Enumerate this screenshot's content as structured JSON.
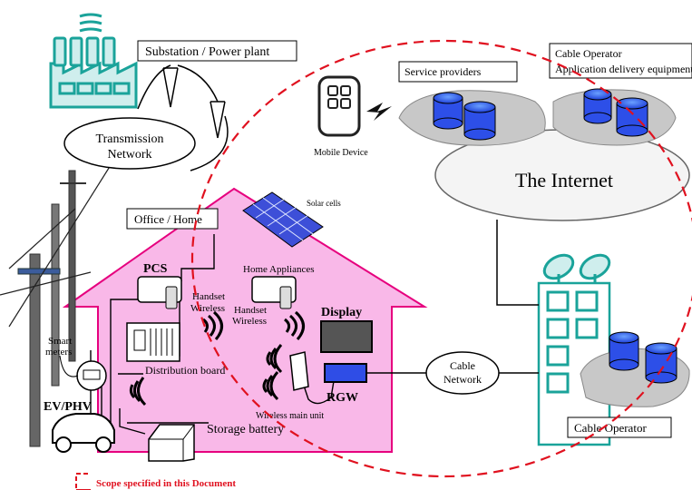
{
  "labels": {
    "substation": "Substation / Power plant",
    "transmission_1": "Transmission",
    "transmission_2": "Network",
    "cable_operator_top_1": "Cable Operator",
    "cable_operator_top_2": "Application delivery equipment",
    "service_providers": "Service providers",
    "mobile_device": "Mobile Device",
    "internet": "The Internet",
    "solar_cells": "Solar cells",
    "office_home": "Office / Home",
    "pcs": "PCS",
    "home_appliances": "Home Appliances",
    "handset_wireless_1_a": "Handset",
    "handset_wireless_1_b": "Wireless",
    "handset_wireless_2_a": "Handset",
    "handset_wireless_2_b": "Wireless",
    "display": "Display",
    "smart_meters_1": "Smart",
    "smart_meters_2": "meters",
    "distribution_board": "Distribution board",
    "ev_phv": "EV/PHV",
    "wireless_main_unit": "Wireless  main unit",
    "rgw": "RGW",
    "storage_battery": "Storage battery",
    "cable_network_1": "Cable",
    "cable_network_2": "Network",
    "cable_operator_bottom": "Cable Operator",
    "scope_legend": "Scope specified in this Document"
  },
  "colors": {
    "house_fill": "#f9b8e8",
    "house_stroke": "#e6007e",
    "teal": "#1aa39a",
    "factory_fill": "#cfeeed",
    "db_blue": "#2d4fe8",
    "scope_red": "#e0111f",
    "rgw_blue": "#2f4de6",
    "cloud_grey": "#c8c8c8",
    "solar_blue": "#3d4fd8"
  }
}
